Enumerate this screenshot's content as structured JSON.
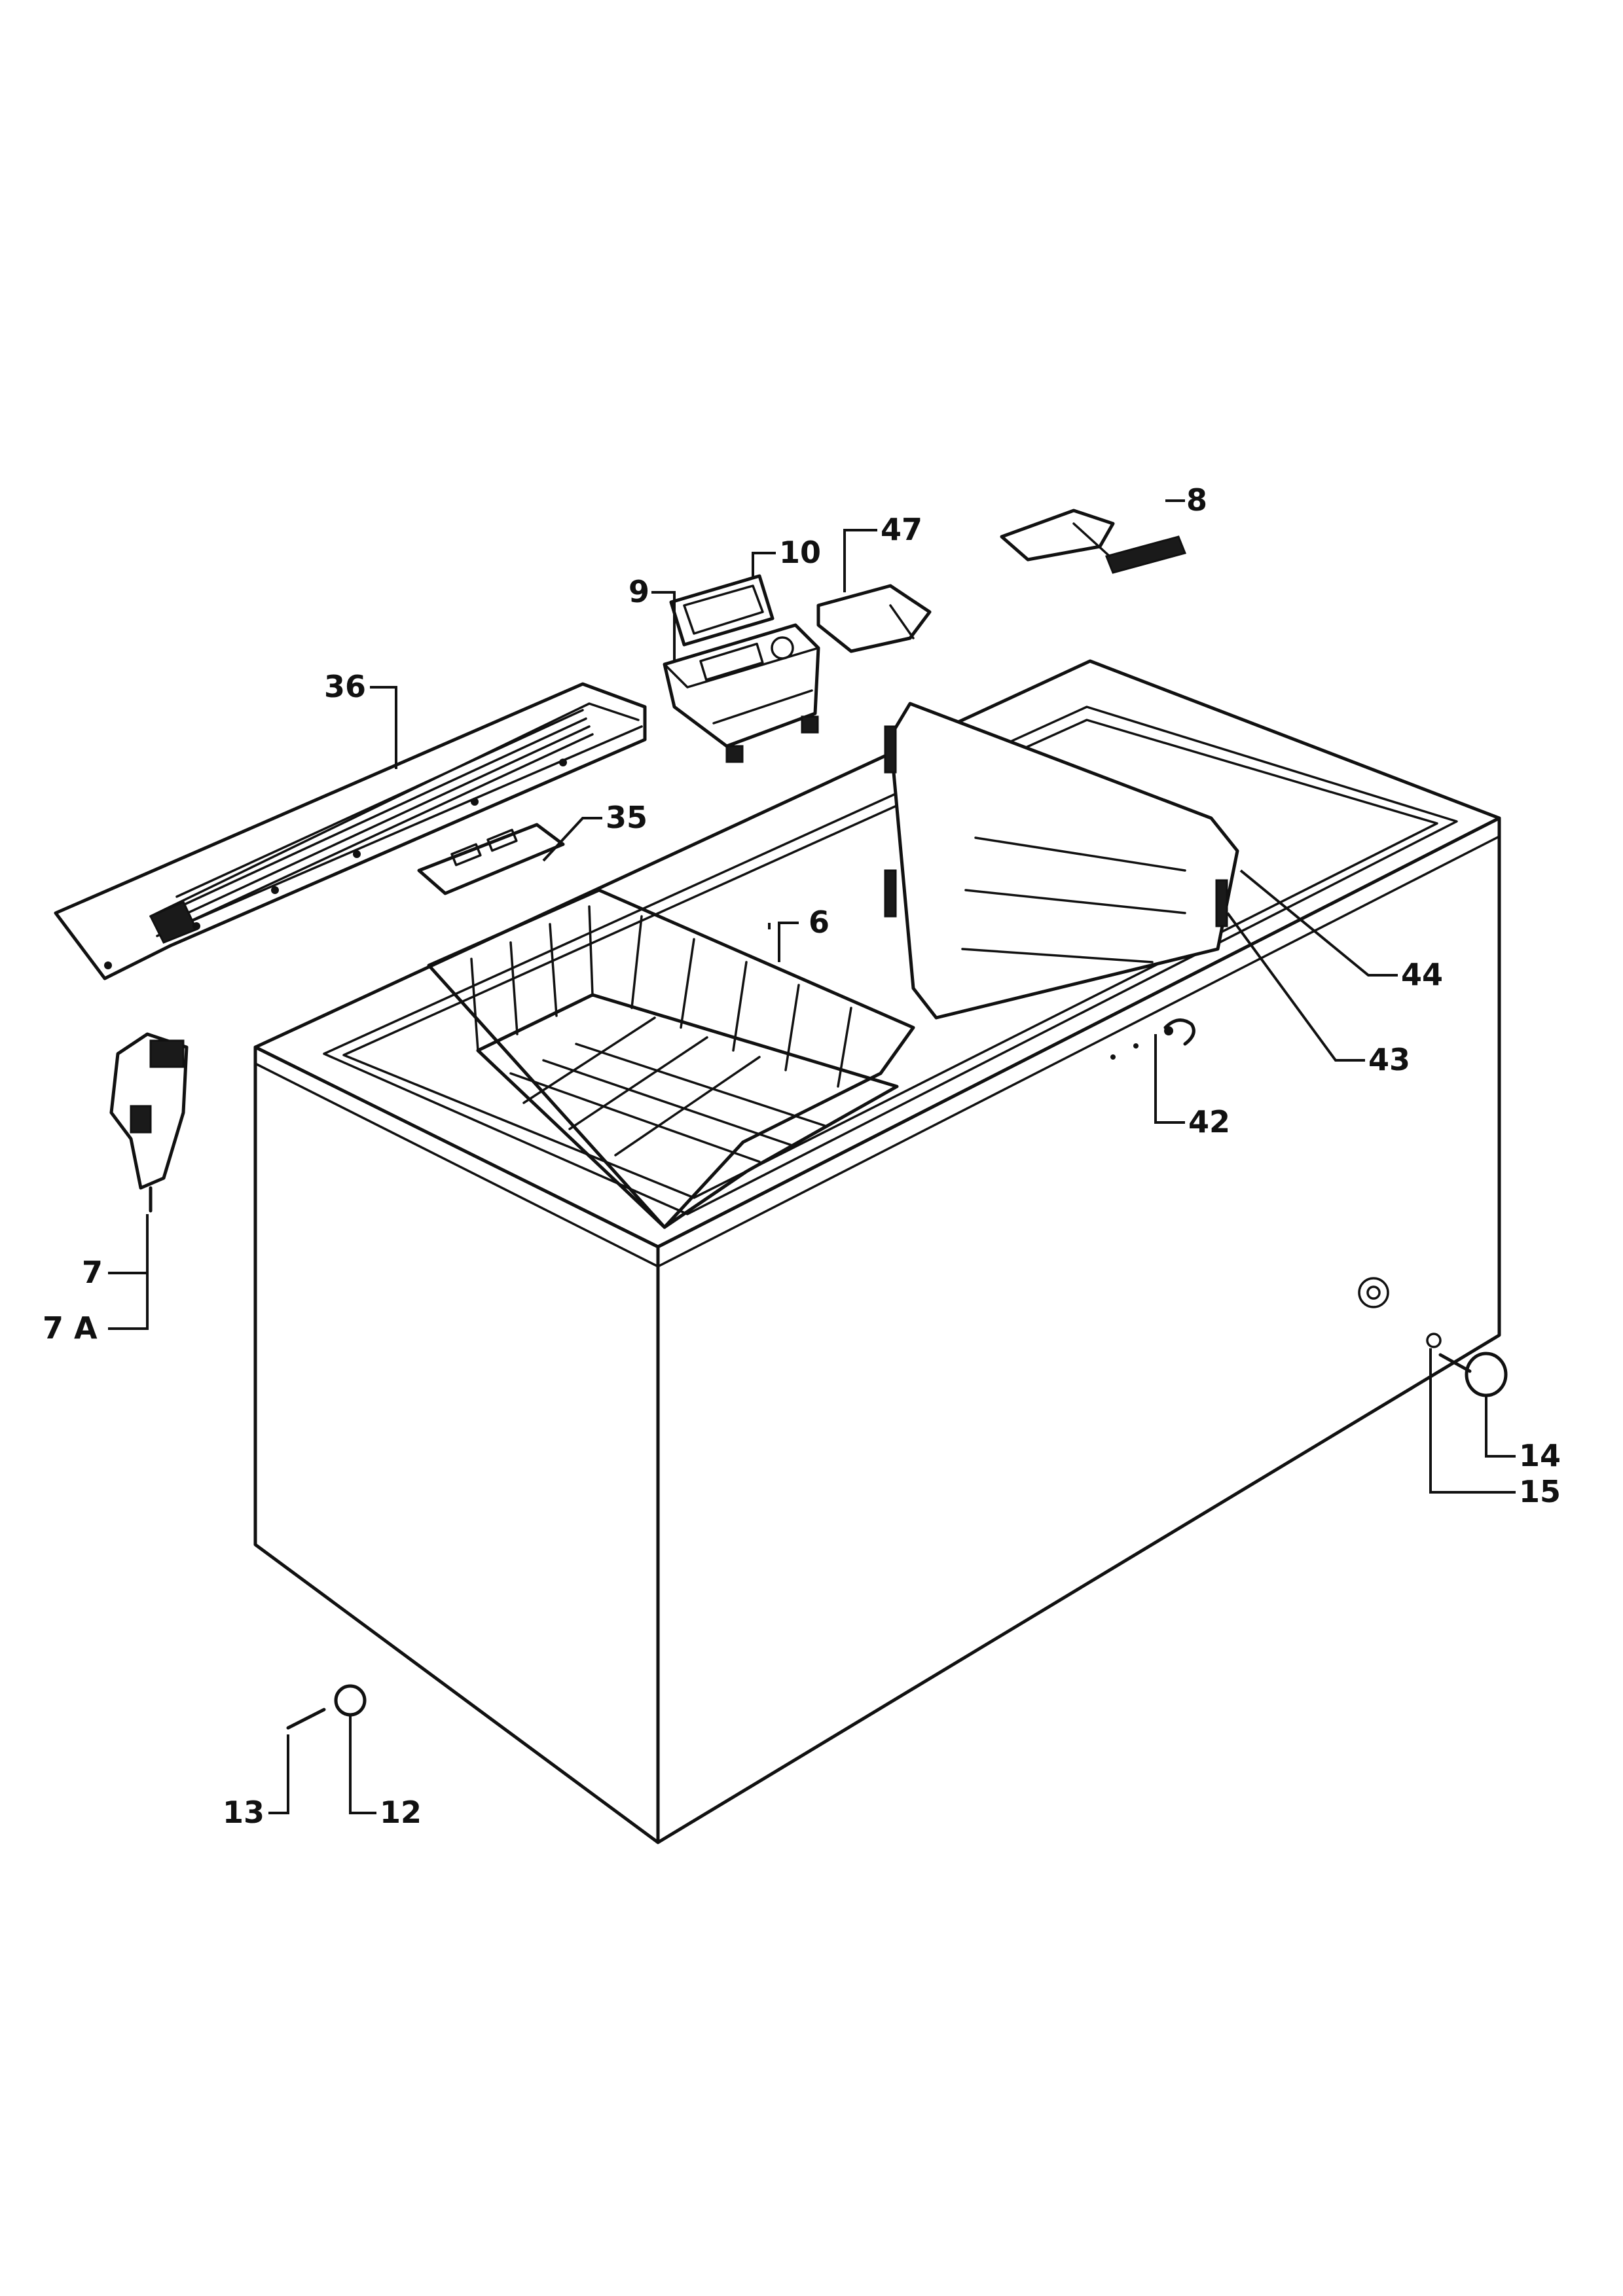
{
  "diagram": {
    "type": "exploded-parts-view",
    "labels": {
      "p6": "6",
      "p7": "7",
      "p7a": "7 A",
      "p8": "8",
      "p9": "9",
      "p10": "10",
      "p12": "12",
      "p13": "13",
      "p14": "14",
      "p15": "15",
      "p35": "35",
      "p36": "36",
      "p42": "42",
      "p43": "43",
      "p44": "44",
      "p47": "47"
    },
    "colors": {
      "ink": "#111111",
      "paper": "#ffffff"
    }
  }
}
